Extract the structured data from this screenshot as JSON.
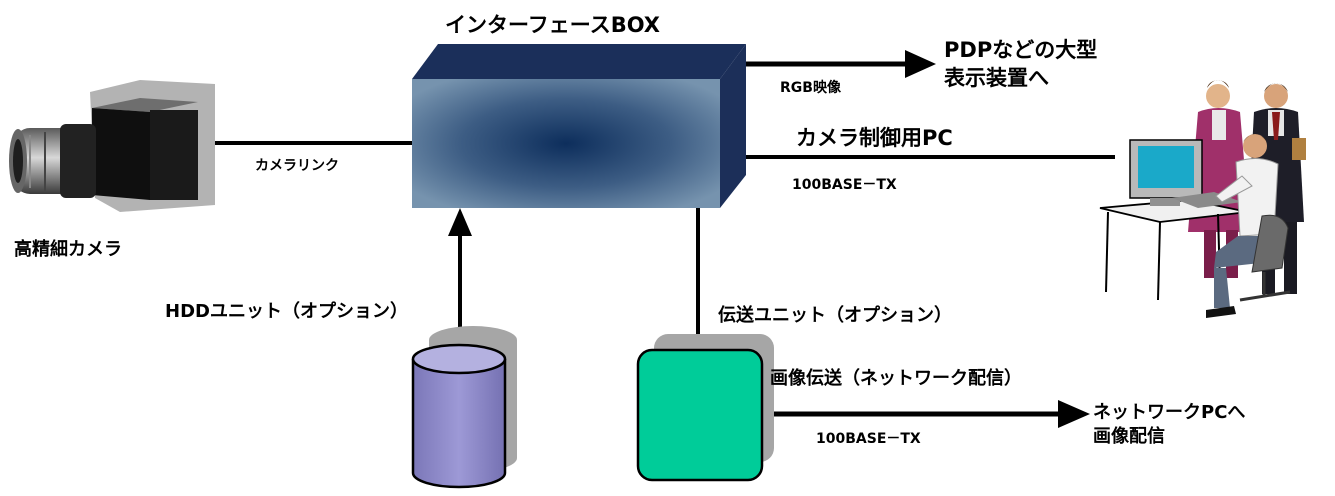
{
  "title": "インターフェースBOX",
  "camera": {
    "label": "高精細カメラ",
    "link_label": "カメラリンク"
  },
  "output": {
    "signal": "RGB映像",
    "destination": "PDPなどの大型\n表示装置へ"
  },
  "control": {
    "label": "カメラ制御用PC",
    "network": "100BASE－TX"
  },
  "hdd": {
    "label": "HDDユニット（オプション）"
  },
  "transmission": {
    "unit_label": "伝送ユニット（オプション）",
    "delivery_label": "画像伝送（ネットワーク配信）",
    "network": "100BASE－TX",
    "destination": "ネットワークPCへ\n画像配信"
  },
  "colors": {
    "box_front_edge": "#6f8ca8",
    "box_center": "#0d2e5c",
    "box_top": "#1b2f5a",
    "box_side": "#1c2f59",
    "cylinder": "#8a86c6",
    "transmission_unit": "#00cc99",
    "shadow": "#a6a6a6",
    "line": "#000000"
  }
}
